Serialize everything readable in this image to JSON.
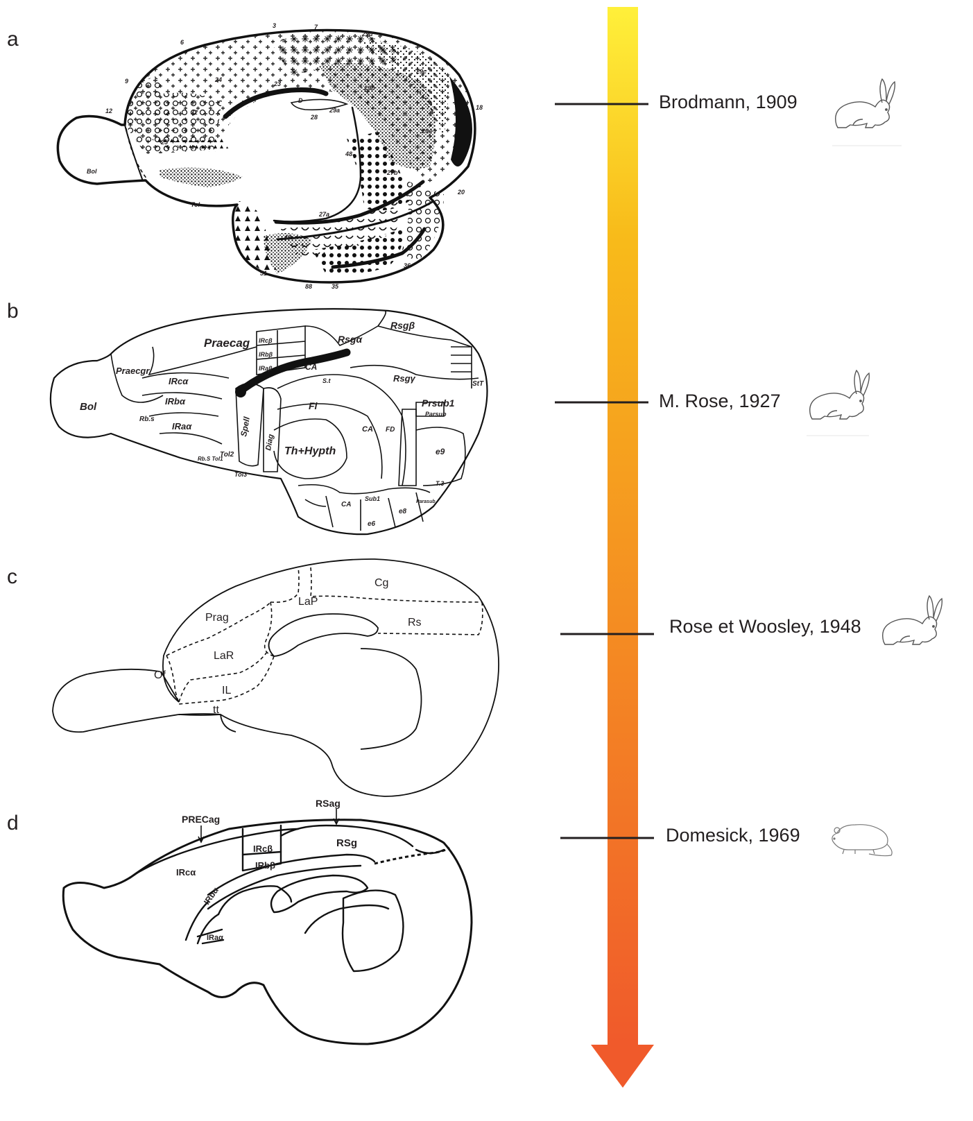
{
  "panels": [
    {
      "letter": "a",
      "timeline_label": "Brodmann, 1909",
      "animal_icon": "rabbit-icon",
      "labels": [
        "3",
        "7",
        "29d",
        "6",
        "24",
        "23",
        "D",
        "29c",
        "29a",
        "29b",
        "18",
        "9",
        "12",
        "32",
        "25",
        "28",
        "48",
        "27b",
        "29e",
        "Bol",
        "Tol",
        "27a",
        "20",
        "49",
        "51",
        "88",
        "35",
        "36",
        "4"
      ]
    },
    {
      "letter": "b",
      "timeline_label": "M. Rose, 1927",
      "animal_icon": "rabbit-icon",
      "labels": [
        "Rsgβ",
        "Praecag",
        "IRcβ",
        "IRbβ",
        "IRaβ",
        "Rsgα",
        "Praecgr",
        "IRcα",
        "CA",
        "S.t",
        "Rsgγ",
        "StT",
        "Bol",
        "Rb.s",
        "IRbα",
        "IRaα",
        "Spell",
        "Diag",
        "Fi",
        "CA",
        "FD",
        "Prsub1",
        "Parsub",
        "Th+Hypth",
        "e9",
        "Tol2",
        "Tol3",
        "Rb.S Tol1",
        "T.3",
        "CA",
        "Sub1",
        "e8",
        "e6",
        "Parasub"
      ]
    },
    {
      "letter": "c",
      "timeline_label": "Rose et Woosley, 1948",
      "animal_icon": "rabbit-icon",
      "labels": [
        "Cg",
        "LaP",
        "Prag",
        "Rs",
        "LaR",
        "Of",
        "IL",
        "tt"
      ]
    },
    {
      "letter": "d",
      "timeline_label": "Domesick, 1969",
      "animal_icon": "rat-icon",
      "labels": [
        "RSag",
        "PRECag",
        "IRcβ",
        "RSg",
        "IRbβ",
        "IRcα",
        "IRbα",
        "IRaα"
      ]
    }
  ],
  "colors": {
    "arrow_top": "#fff03a",
    "arrow_mid": "#f8bb1a",
    "arrow_bottom": "#f05a2b",
    "ink": "#231f20"
  }
}
